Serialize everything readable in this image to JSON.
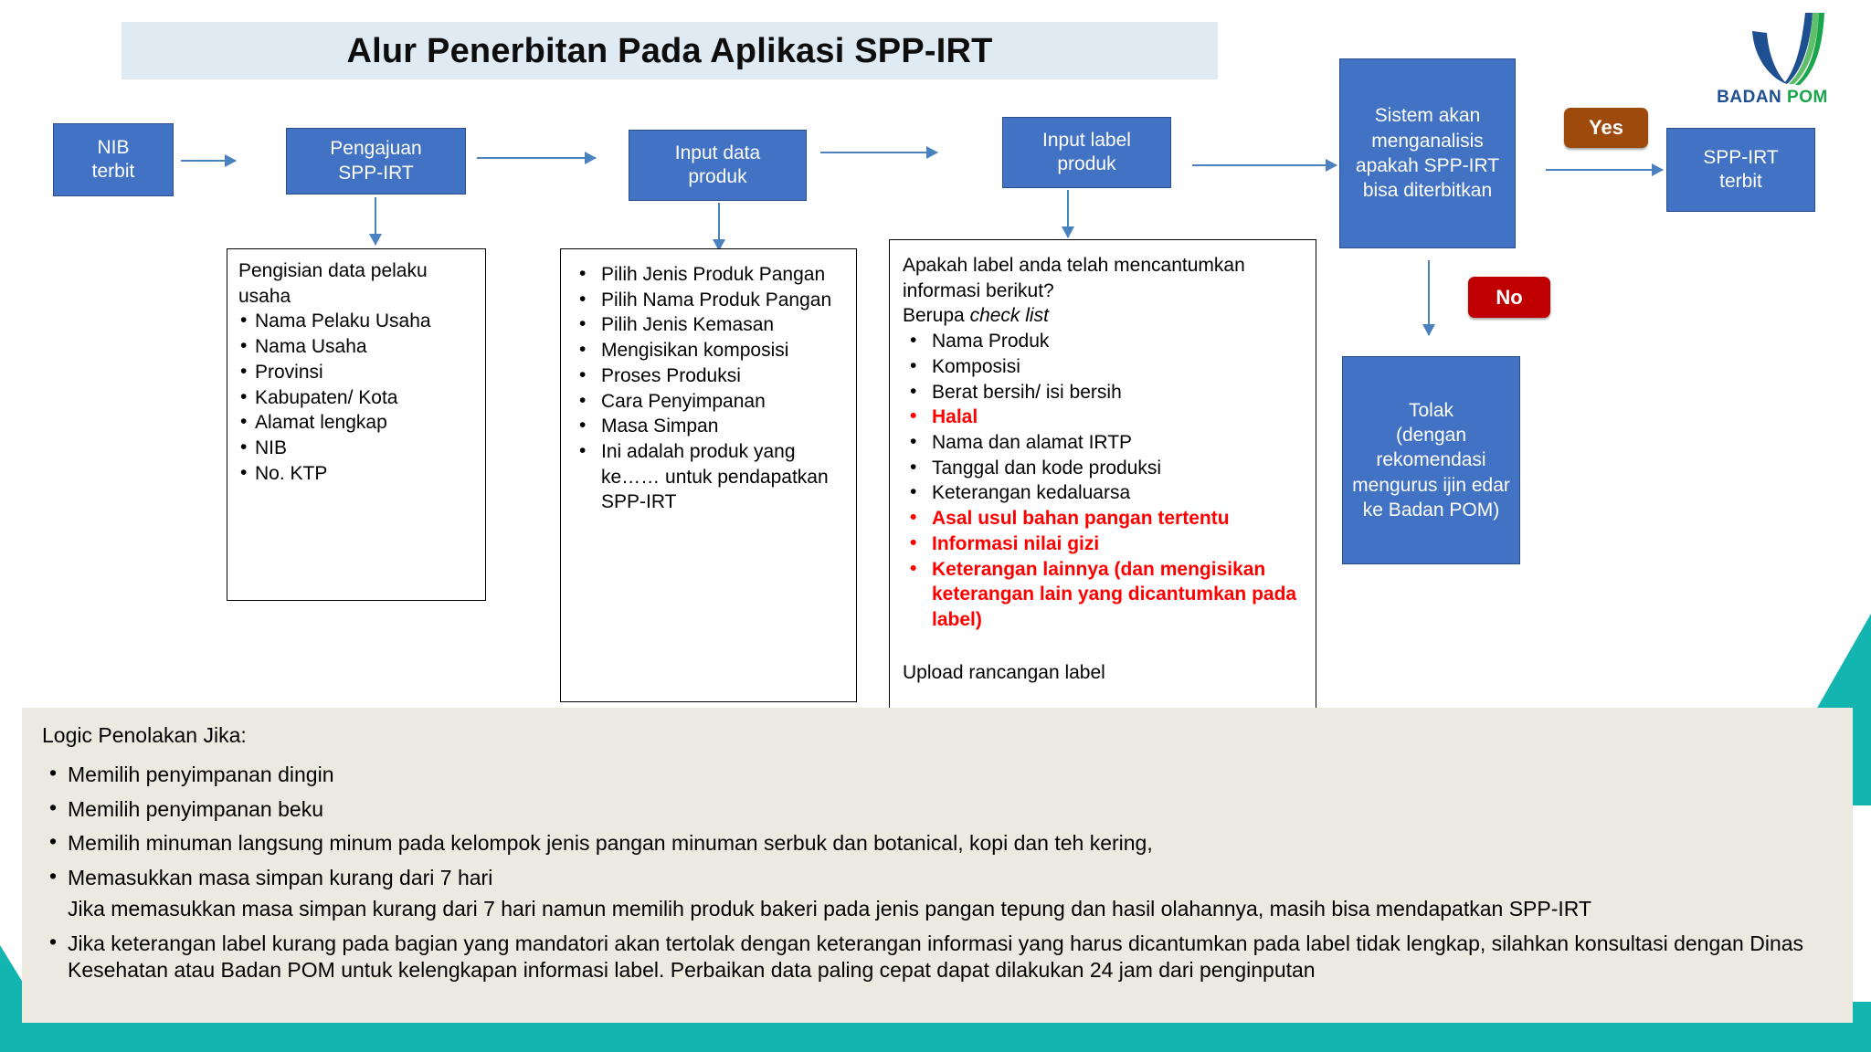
{
  "title": "Alur Penerbitan Pada Aplikasi SPP-IRT",
  "flow": {
    "nib": "NIB\nterbit",
    "pengajuan": "Pengajuan\nSPP-IRT",
    "input_data": "Input data\nproduk",
    "input_label": "Input label\nproduk",
    "sistem": "Sistem akan menganalisis apakah SPP-IRT bisa diterbitkan",
    "terbit": "SPP-IRT\nterbit",
    "tolak": "Tolak\n(dengan rekomendasi mengurus ijin edar ke Badan POM)",
    "yes": "Yes",
    "no": "No"
  },
  "logo": {
    "badan": "BADAN",
    "pom": "POM"
  },
  "box_usaha": {
    "heading": "Pengisian data pelaku usaha",
    "items": [
      "Nama Pelaku Usaha",
      "Nama Usaha",
      "Provinsi",
      "Kabupaten/ Kota",
      "Alamat lengkap",
      "NIB",
      "No. KTP"
    ]
  },
  "box_produk": {
    "items": [
      "Pilih Jenis Produk Pangan",
      "Pilih Nama Produk Pangan",
      "Pilih Jenis Kemasan",
      "Mengisikan komposisi",
      "Proses Produksi",
      "Cara Penyimpanan",
      "Masa Simpan",
      "Ini adalah produk yang ke…… untuk pendapatkan SPP-IRT"
    ]
  },
  "box_label": {
    "question_line1": "Apakah label anda telah mencantumkan informasi berikut?",
    "question_line2_prefix": "Berupa ",
    "question_line2_italic": "check list",
    "items": [
      {
        "text": "Nama Produk",
        "red": false
      },
      {
        "text": "Komposisi",
        "red": false
      },
      {
        "text": "Berat bersih/ isi bersih",
        "red": false
      },
      {
        "text": "Halal",
        "red": true
      },
      {
        "text": "Nama dan alamat IRTP",
        "red": false
      },
      {
        "text": "Tanggal dan kode produksi",
        "red": false
      },
      {
        "text": "Keterangan kedaluarsa",
        "red": false
      },
      {
        "text": "Asal usul bahan pangan tertentu",
        "red": true
      },
      {
        "text": "Informasi nilai gizi",
        "red": true
      },
      {
        "text": "Keterangan lainnya (dan mengisikan keterangan lain yang dicantumkan pada label)",
        "red": true
      }
    ],
    "footer": "Upload rancangan label"
  },
  "logic": {
    "heading": "Logic Penolakan Jika:",
    "items": [
      {
        "text": "Memilih penyimpanan dingin",
        "cont": null
      },
      {
        "text": "Memilih penyimpanan beku",
        "cont": null
      },
      {
        "text": "Memilih minuman langsung minum pada kelompok jenis pangan minuman serbuk dan botanical, kopi dan teh kering,",
        "cont": null
      },
      {
        "text": "Memasukkan masa simpan kurang dari 7 hari",
        "cont": "Jika memasukkan masa simpan kurang dari 7 hari namun memilih produk bakeri pada jenis pangan tepung dan hasil olahannya, masih bisa mendapatkan SPP-IRT"
      },
      {
        "text": "Jika keterangan label kurang pada bagian yang mandatori akan tertolak dengan keterangan informasi yang harus dicantumkan pada label tidak lengkap, silahkan konsultasi dengan Dinas Kesehatan atau Badan POM untuk kelengkapan informasi label. Perbaikan data paling cepat dapat dilakukan 24 jam dari penginputan",
        "cont": null
      }
    ]
  },
  "colors": {
    "process_box": "#4272c4",
    "title_band": "#dfeaf2",
    "yes_pill": "#9e4a0d",
    "no_pill": "#c00000",
    "red_text": "#ff0000",
    "teal": "#12b5b0",
    "logic_panel": "#ece9e1"
  }
}
